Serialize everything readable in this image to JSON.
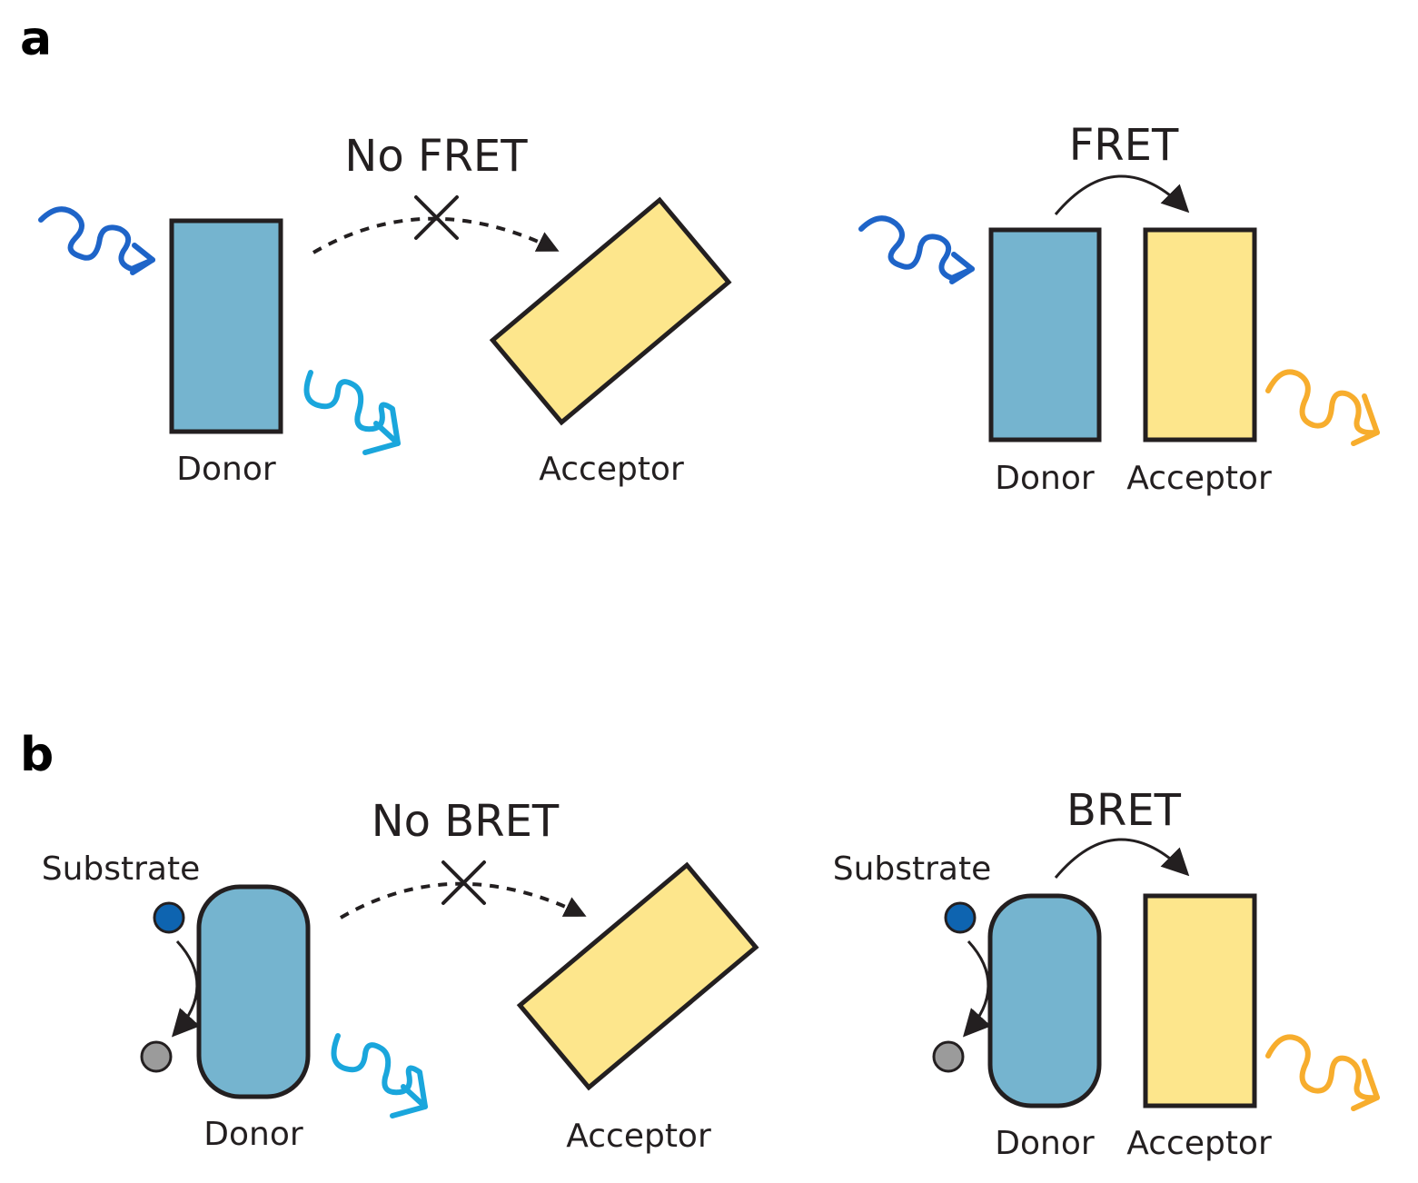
{
  "panel_a": {
    "letter": "a",
    "no_transfer": {
      "title": "No FRET",
      "donor_label": "Donor",
      "acceptor_label": "Acceptor"
    },
    "transfer": {
      "title": "FRET",
      "donor_label": "Donor",
      "acceptor_label": "Acceptor"
    }
  },
  "panel_b": {
    "letter": "b",
    "no_transfer": {
      "title": "No BRET",
      "substrate_label": "Substrate",
      "donor_label": "Donor",
      "acceptor_label": "Acceptor"
    },
    "transfer": {
      "title": "BRET",
      "substrate_label": "Substrate",
      "donor_label": "Donor",
      "acceptor_label": "Acceptor"
    }
  },
  "colors": {
    "donor_fill": "#75b4cf",
    "acceptor_fill": "#fde68c",
    "excitation_wave": "#1e64c8",
    "donor_emission_wave": "#1aa6dc",
    "acceptor_emission_wave": "#f7ad2d",
    "substrate_dot": "#0e64b0",
    "product_dot": "#9b9b9b",
    "outline": "#231f20"
  }
}
